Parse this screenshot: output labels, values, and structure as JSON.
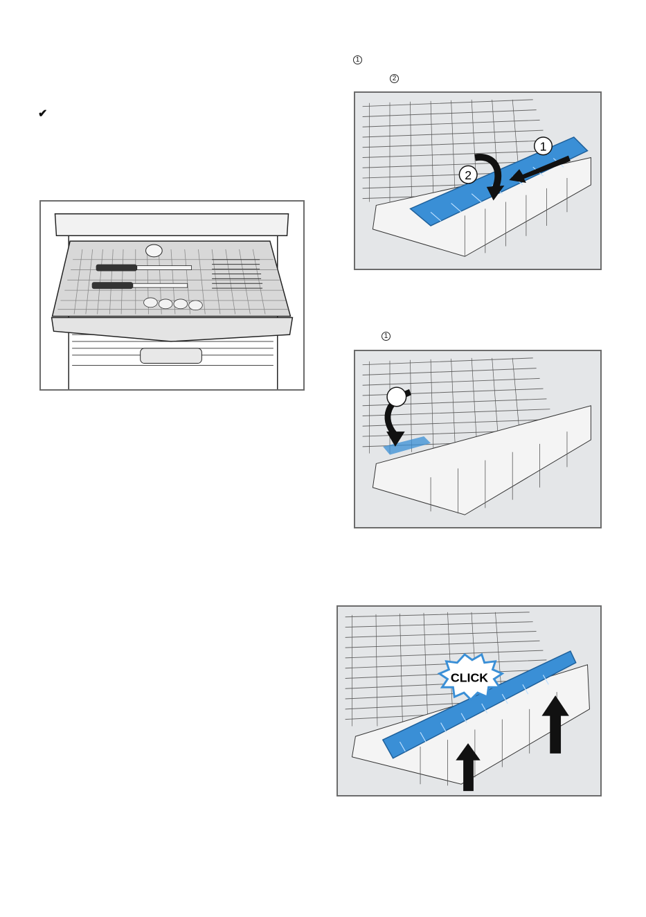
{
  "left_column": {
    "check_glyph": "✔"
  },
  "right_column": {
    "step1_marker": "1",
    "step2_marker": "2",
    "step3_marker": "1"
  },
  "figures": {
    "fig2_callouts": [
      "1",
      "2"
    ],
    "fig4_callout": "CLICK"
  },
  "colors": {
    "accent_blue": "#3a8fd6",
    "rack_gray": "#d8dadc",
    "frame_gray": "#6b6b6b",
    "arrow_black": "#111111"
  }
}
